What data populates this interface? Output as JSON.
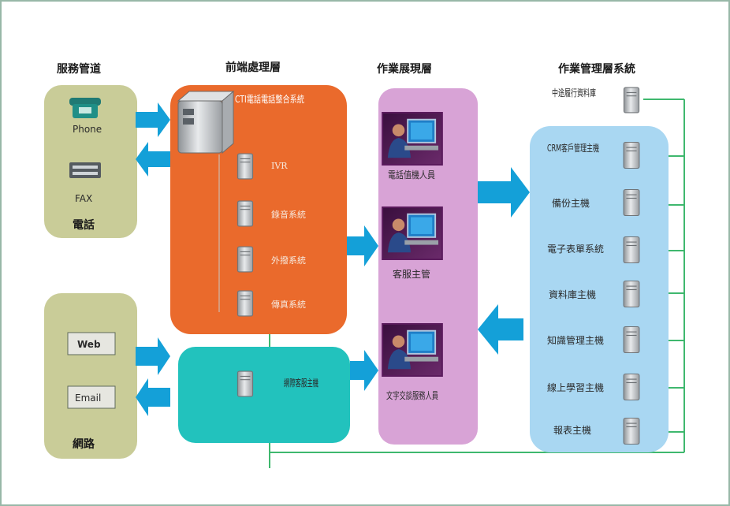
{
  "headers": {
    "channels": "服務管道",
    "frontend": "前端處理層",
    "operations": "作業展現層",
    "management": "作業管理層系統"
  },
  "channels": {
    "phone_label": "Phone",
    "fax_label": "FAX",
    "phone_group": "電話",
    "web_label": "Web",
    "email_label": "Email",
    "network_group": "網路"
  },
  "frontend": {
    "cti": "CTI電話電話整合系統",
    "ivr": "IVR",
    "recording": "錄音系統",
    "outbound": "外撥系統",
    "fax_system": "傳真系統",
    "web_host": "網際客服主機"
  },
  "operations": {
    "phone_agent": "電話值機人員",
    "supervisor": "客服主管",
    "text_agent": "文字交談服務人員"
  },
  "management": {
    "mid_data": "中途履行資料庫",
    "crm": "CRM客戶管理主機",
    "backup": "備份主機",
    "eform": "電子表單系統",
    "database": "資料庫主機",
    "knowledge": "知識管理主機",
    "elearning": "線上學習主機",
    "report": "報表主機"
  },
  "colors": {
    "channel_panel": "#c9cc98",
    "frontend_panel": "#ea6a2c",
    "web_panel": "#22c2bd",
    "operations_panel": "#d8a3d6",
    "management_panel": "#a9d7f2",
    "arrow": "#14a0d8",
    "connector": "#3fb86e"
  }
}
